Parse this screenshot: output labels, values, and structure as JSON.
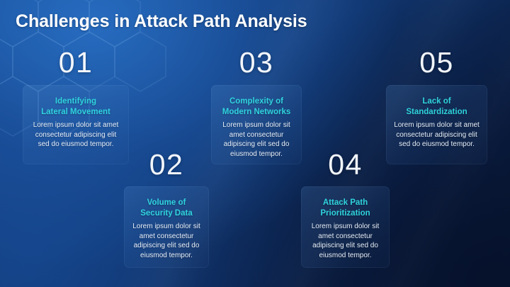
{
  "slide": {
    "title": "Challenges in Attack Path Analysis",
    "accent_color": "#2fd3de",
    "number_color": "#f2f6fb",
    "body_color": "#e6edf6",
    "background_from": "#1a4f99",
    "background_to": "#081830"
  },
  "cards": [
    {
      "number": "01",
      "title": "Identifying\nLateral Movement",
      "body": "Lorem ipsum dolor sit amet consectetur adipiscing elit sed do eiusmod tempor."
    },
    {
      "number": "02",
      "title": "Volume of\nSecurity Data",
      "body": "Lorem ipsum dolor sit amet consectetur adipiscing elit sed do eiusmod tempor."
    },
    {
      "number": "03",
      "title": "Complexity of\nModern Networks",
      "body": "Lorem ipsum dolor sit amet consectetur adipiscing elit sed do eiusmod tempor."
    },
    {
      "number": "04",
      "title": "Attack Path\nPrioritization",
      "body": "Lorem ipsum dolor sit amet consectetur adipiscing elit sed do eiusmod tempor."
    },
    {
      "number": "05",
      "title": "Lack of\nStandardization",
      "body": "Lorem ipsum dolor sit amet consectetur adipiscing elit sed do eiusmod tempor."
    }
  ]
}
